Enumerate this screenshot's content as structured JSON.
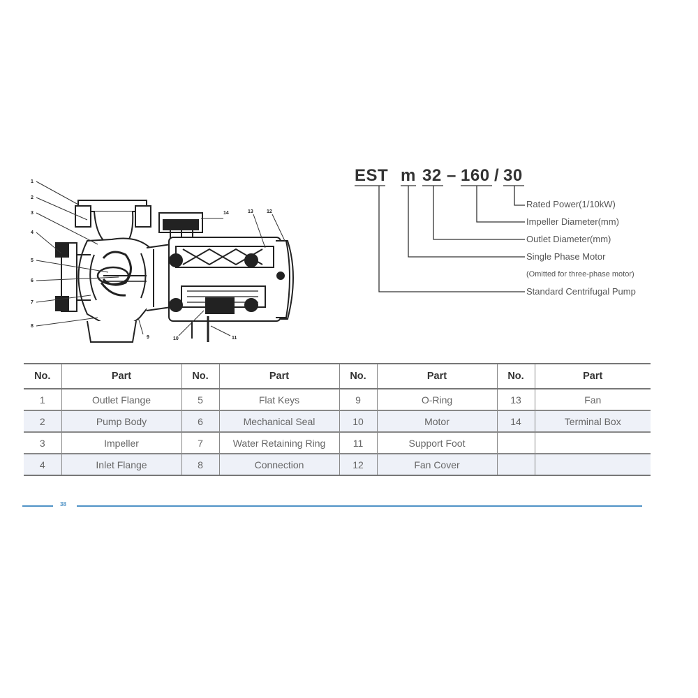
{
  "drawing": {
    "callouts": [
      "1",
      "2",
      "3",
      "4",
      "5",
      "6",
      "7",
      "8",
      "9",
      "10",
      "11",
      "12",
      "13",
      "14"
    ]
  },
  "model": {
    "parts": {
      "series": "EST",
      "phase": "m",
      "outlet": "32",
      "dash": "–",
      "impeller": "160",
      "slash": "/",
      "power": "30"
    },
    "descriptions": {
      "rated_power": "Rated Power(1/10kW)",
      "impeller_diameter": "Impeller Diameter(mm)",
      "outlet_diameter": "Outlet Diameter(mm)",
      "single_phase": "Single Phase Motor",
      "omitted_note": "(Omitted for three-phase motor)",
      "standard_pump": "Standard Centrifugal Pump"
    }
  },
  "table": {
    "headers": {
      "no": "No.",
      "part": "Part"
    },
    "rows": [
      [
        {
          "no": "1",
          "part": "Outlet Flange"
        },
        {
          "no": "5",
          "part": "Flat Keys"
        },
        {
          "no": "9",
          "part": "O-Ring"
        },
        {
          "no": "13",
          "part": "Fan"
        }
      ],
      [
        {
          "no": "2",
          "part": "Pump Body"
        },
        {
          "no": "6",
          "part": "Mechanical Seal"
        },
        {
          "no": "10",
          "part": "Motor"
        },
        {
          "no": "14",
          "part": "Terminal Box"
        }
      ],
      [
        {
          "no": "3",
          "part": "Impeller"
        },
        {
          "no": "7",
          "part": "Water Retaining Ring"
        },
        {
          "no": "11",
          "part": "Support Foot"
        },
        {
          "no": "",
          "part": ""
        }
      ],
      [
        {
          "no": "4",
          "part": "Inlet Flange"
        },
        {
          "no": "8",
          "part": "Connection"
        },
        {
          "no": "12",
          "part": "Fan Cover"
        },
        {
          "no": "",
          "part": ""
        }
      ]
    ]
  },
  "footer": {
    "page_number": "38"
  },
  "colors": {
    "accent": "#4f92c6",
    "row_alt": "#eef1f8",
    "line": "#777777"
  }
}
